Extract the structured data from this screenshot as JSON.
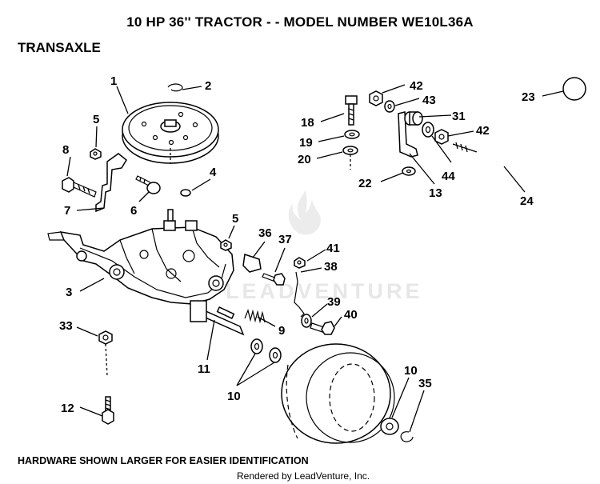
{
  "title": "10 HP 36'' TRACTOR - - MODEL NUMBER WE10L36A",
  "section": "TRANSAXLE",
  "footer_note": "HARDWARE SHOWN LARGER FOR EASIER IDENTIFICATION",
  "rendered_by": "Rendered by LeadVenture, Inc.",
  "watermark": "LEADVENTURE",
  "callouts": {
    "c1": "1",
    "c2": "2",
    "c3": "3",
    "c4": "4",
    "c5a": "5",
    "c5b": "5",
    "c6": "6",
    "c7": "7",
    "c8": "8",
    "c9": "9",
    "c10a": "10",
    "c10b": "10",
    "c11": "11",
    "c12": "12",
    "c13": "13",
    "c18": "18",
    "c19": "19",
    "c20": "20",
    "c22": "22",
    "c23": "23",
    "c24": "24",
    "c31": "31",
    "c33": "33",
    "c35": "35",
    "c36": "36",
    "c37": "37",
    "c38": "38",
    "c39": "39",
    "c40": "40",
    "c41": "41",
    "c42a": "42",
    "c42b": "42",
    "c43": "43",
    "c44": "44"
  }
}
